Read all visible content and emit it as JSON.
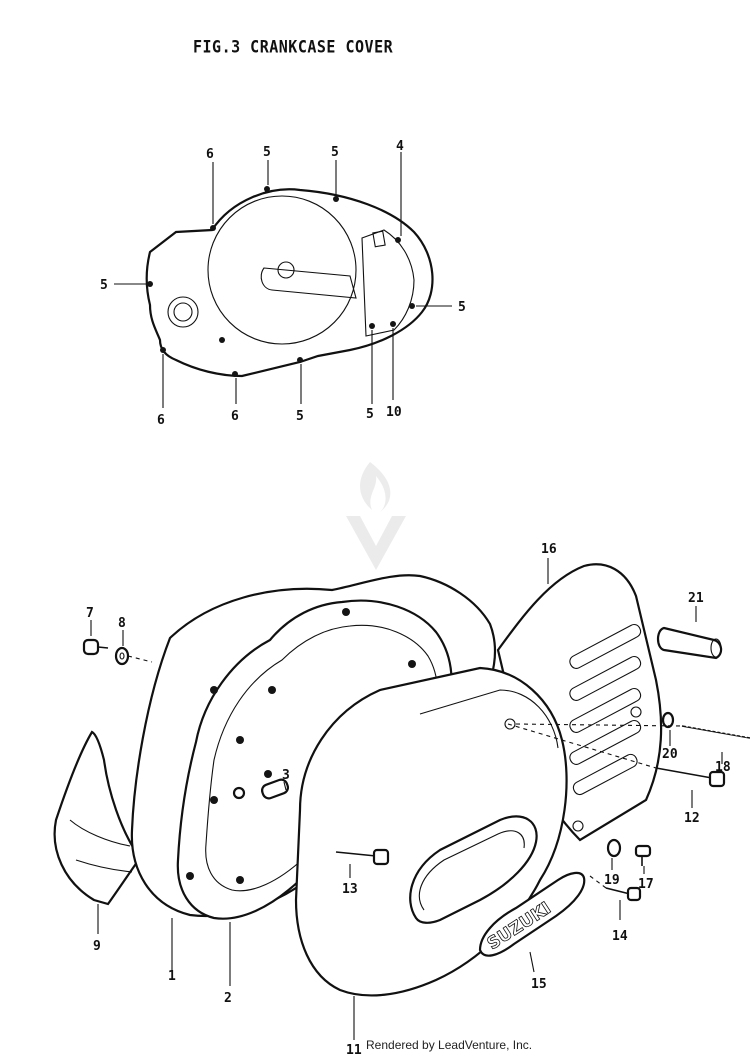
{
  "figure": {
    "title": "FIG.3  CRANKCASE COVER",
    "credit": "Rendered by LeadVenture, Inc.",
    "emblem_text": "SUZUKI"
  },
  "callouts_top": [
    {
      "id": "t1",
      "label": "6"
    },
    {
      "id": "t2",
      "label": "5"
    },
    {
      "id": "t3",
      "label": "5"
    },
    {
      "id": "t4",
      "label": "4"
    },
    {
      "id": "t5",
      "label": "5"
    },
    {
      "id": "t6",
      "label": "5"
    },
    {
      "id": "t7",
      "label": "6"
    },
    {
      "id": "t8",
      "label": "6"
    },
    {
      "id": "t9",
      "label": "5"
    },
    {
      "id": "t10",
      "label": "5"
    },
    {
      "id": "t11",
      "label": "10"
    }
  ],
  "callouts_bottom": [
    {
      "id": "b1",
      "label": "16"
    },
    {
      "id": "b2",
      "label": "21"
    },
    {
      "id": "b3",
      "label": "7"
    },
    {
      "id": "b4",
      "label": "8"
    },
    {
      "id": "b5",
      "label": "3"
    },
    {
      "id": "b6",
      "label": "20"
    },
    {
      "id": "b7",
      "label": "18"
    },
    {
      "id": "b8",
      "label": "12"
    },
    {
      "id": "b9",
      "label": "13"
    },
    {
      "id": "b10",
      "label": "19"
    },
    {
      "id": "b11",
      "label": "17"
    },
    {
      "id": "b12",
      "label": "14"
    },
    {
      "id": "b13",
      "label": "9"
    },
    {
      "id": "b14",
      "label": "1"
    },
    {
      "id": "b15",
      "label": "2"
    },
    {
      "id": "b16",
      "label": "15"
    },
    {
      "id": "b17",
      "label": "11"
    }
  ]
}
